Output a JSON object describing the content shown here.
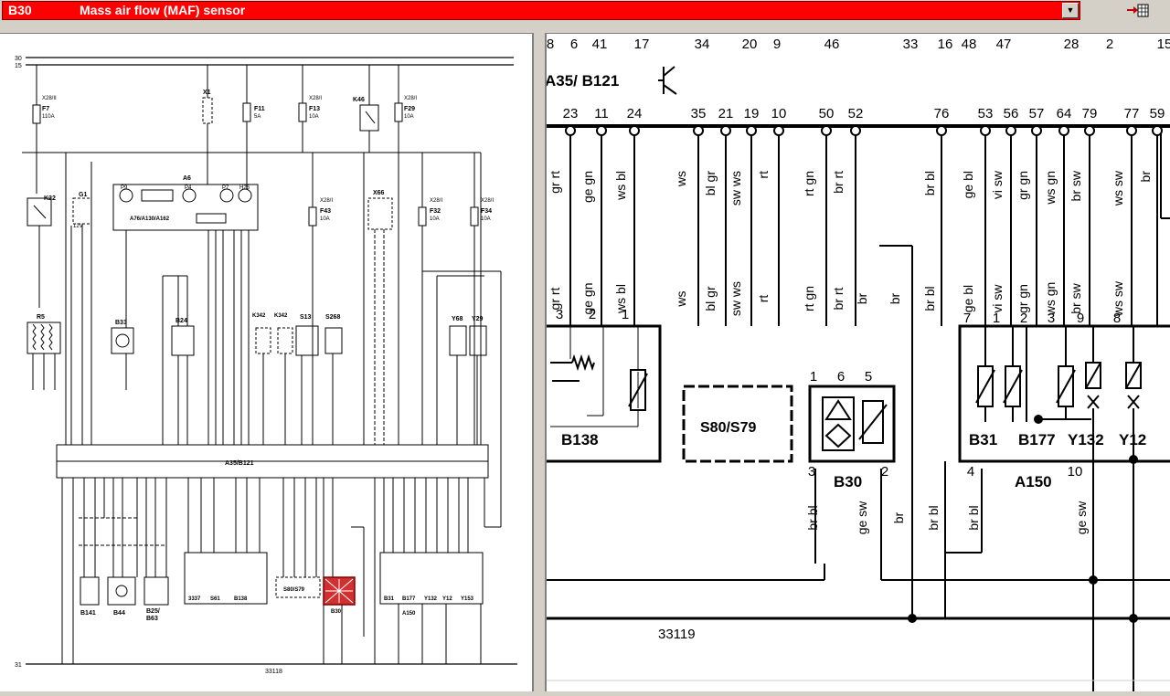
{
  "header": {
    "component_code": "B30",
    "component_title": "Mass air flow (MAF) sensor",
    "dropdown_icon": "chevron-down-icon",
    "tool_icon": "arrow-grid-icon"
  },
  "colors": {
    "header_red": "#ff0000",
    "wire": "#000000",
    "highlight": "#c01010"
  },
  "overview": {
    "bus_top_1": "30",
    "bus_top_2": "15",
    "bus_bottom": "31",
    "drawing_number": "33118",
    "components": {
      "f7": "F7",
      "f7_sub": "X28/II",
      "f7_rating": "110A",
      "f11": "F11",
      "f11_rating": "5A",
      "f13": "F13",
      "f13_sub": "X28/I",
      "f13_rating": "10A",
      "f29": "F29",
      "f29_sub": "X28/I",
      "f29_rating": "10A",
      "f43": "F43",
      "f43_sub": "X28/I",
      "f43_rating": "10A",
      "f32": "F32",
      "f32_sub": "X28/I",
      "f32_rating": "10A",
      "f34": "F34",
      "f34_sub": "X28/I",
      "f34_rating": "10A",
      "x1": "X1",
      "k46": "K46",
      "k22": "K22",
      "g1": "G1",
      "g1_rating": "12V",
      "a6": "A6",
      "a6_module": "A76/A130/A162",
      "p9": "P9",
      "p4": "P4",
      "p7": "P7",
      "h26": "H26",
      "x66": "X66",
      "r5": "R5",
      "b33": "B33",
      "b24": "B24",
      "k342": "K342",
      "s13": "S13",
      "s268": "S268",
      "y68": "Y68",
      "y29": "Y29",
      "controller": "A35/B121",
      "b141": "B141",
      "b44": "B44",
      "b25": "B25/",
      "b63": "B63",
      "s337": "3337",
      "s61": "S61",
      "b138": "B138",
      "s80_s79": "S80/S79",
      "b30": "B30",
      "b31": "B31",
      "b177": "B177",
      "y132": "Y132",
      "y12": "Y12",
      "y153": "Y153",
      "a150": "A150"
    }
  },
  "detail": {
    "controller": "A35/ B121",
    "drawing_number": "33119",
    "top_numbers": [
      {
        "n": "8"
      },
      {
        "n": "6"
      },
      {
        "n": "41"
      },
      {
        "n": "17"
      },
      {
        "n": "34"
      },
      {
        "n": "20"
      },
      {
        "n": "9"
      },
      {
        "n": "46"
      },
      {
        "n": "33"
      },
      {
        "n": "16"
      },
      {
        "n": "48"
      },
      {
        "n": "47"
      },
      {
        "n": "28"
      },
      {
        "n": "2"
      },
      {
        "n": "15"
      }
    ],
    "pins": [
      {
        "n": "23"
      },
      {
        "n": "11"
      },
      {
        "n": "24"
      },
      {
        "n": "35"
      },
      {
        "n": "21"
      },
      {
        "n": "19"
      },
      {
        "n": "10"
      },
      {
        "n": "50"
      },
      {
        "n": "52"
      },
      {
        "n": "76"
      },
      {
        "n": "53"
      },
      {
        "n": "56"
      },
      {
        "n": "57"
      },
      {
        "n": "64"
      },
      {
        "n": "79"
      },
      {
        "n": "77"
      },
      {
        "n": "59"
      }
    ],
    "wires_upper": [
      {
        "c": "gr rt"
      },
      {
        "c": "ge gn"
      },
      {
        "c": "ws bl"
      },
      {
        "c": "ws"
      },
      {
        "c": "bl gr"
      },
      {
        "c": "sw ws"
      },
      {
        "c": "rt"
      },
      {
        "c": "rt gn"
      },
      {
        "c": "br rt"
      },
      {
        "c": "br bl"
      },
      {
        "c": "ge bl"
      },
      {
        "c": "vi sw"
      },
      {
        "c": "gr gn"
      },
      {
        "c": "ws gn"
      },
      {
        "c": "br sw"
      },
      {
        "c": "ws sw"
      },
      {
        "c": "br"
      }
    ],
    "wires_mid": [
      {
        "c": "gr rt"
      },
      {
        "c": "ge gn"
      },
      {
        "c": "ws bl"
      },
      {
        "c": "ws"
      },
      {
        "c": "bl gr"
      },
      {
        "c": "sw ws"
      },
      {
        "c": "rt"
      },
      {
        "c": "rt gn"
      },
      {
        "c": "br rt"
      },
      {
        "c": "br"
      },
      {
        "c": "br"
      },
      {
        "c": "br bl"
      },
      {
        "c": "ge bl"
      },
      {
        "c": "vi sw"
      },
      {
        "c": "gr gn"
      },
      {
        "c": "ws gn"
      },
      {
        "c": "br sw"
      },
      {
        "c": "ws sw"
      }
    ],
    "conn_pins": [
      {
        "n": "3"
      },
      {
        "n": "2"
      },
      {
        "n": "1"
      },
      {
        "n": "1"
      },
      {
        "n": "6"
      },
      {
        "n": "5"
      },
      {
        "n": "7"
      },
      {
        "n": "1"
      },
      {
        "n": "2"
      },
      {
        "n": "3"
      },
      {
        "n": "9"
      },
      {
        "n": "8"
      },
      {
        "n": "3"
      },
      {
        "n": "2"
      },
      {
        "n": "4"
      },
      {
        "n": "10"
      }
    ],
    "wires_lower": [
      {
        "c": "br bl"
      },
      {
        "c": "ge sw"
      },
      {
        "c": "br"
      },
      {
        "c": "br bl"
      },
      {
        "c": "br bl"
      },
      {
        "c": "ge sw"
      }
    ],
    "components": {
      "b138": "B138",
      "s80_s79": "S80/S79",
      "b30": "B30",
      "b31": "B31",
      "b177": "B177",
      "y132": "Y132",
      "y12": "Y12",
      "a150": "A150"
    }
  }
}
